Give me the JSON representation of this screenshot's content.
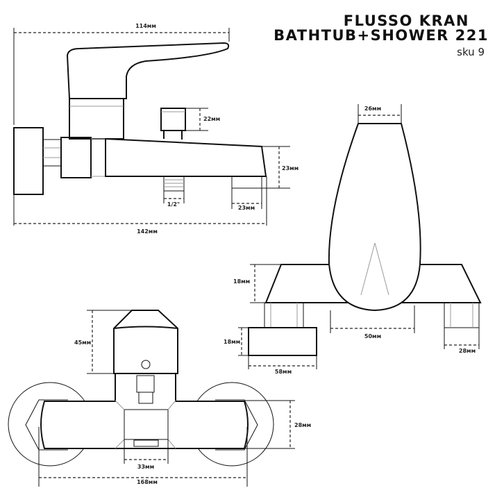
{
  "title": {
    "line1": "FLUSSO KRAN",
    "line2": "BATHTUB+SHOWER 221",
    "sku": "sku 9"
  },
  "side_view": {
    "width_handle": "114мм",
    "diverter_height": "22мм",
    "spout_height": "23мм",
    "thread": "1/2\"",
    "spout_tip": "23мм",
    "total_length": "142мм"
  },
  "front_view": {
    "handle_width": "26мм",
    "base_height": "18мм",
    "leg_spacing": "50мм",
    "leg_width": "28мм",
    "block_height": "18мм",
    "block_width": "58мм"
  },
  "top_view": {
    "cap_height": "45мм",
    "body_height": "28мм",
    "center_width": "33мм",
    "total_width": "168мм"
  }
}
